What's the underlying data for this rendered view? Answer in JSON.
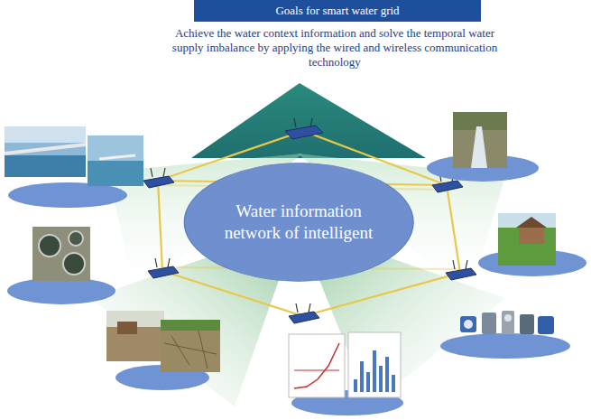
{
  "diagram": {
    "nodes": [
      {
        "text": [
          "Goals for smart water grid"
        ]
      },
      {
        "text": [
          "Water information network of intelligent"
        ]
      }
    ],
    "labels": [
      "Achieve the water context information and solve the temporal water supply imbalance by applying the wired and wireless communication technology"
    ]
  }
}
